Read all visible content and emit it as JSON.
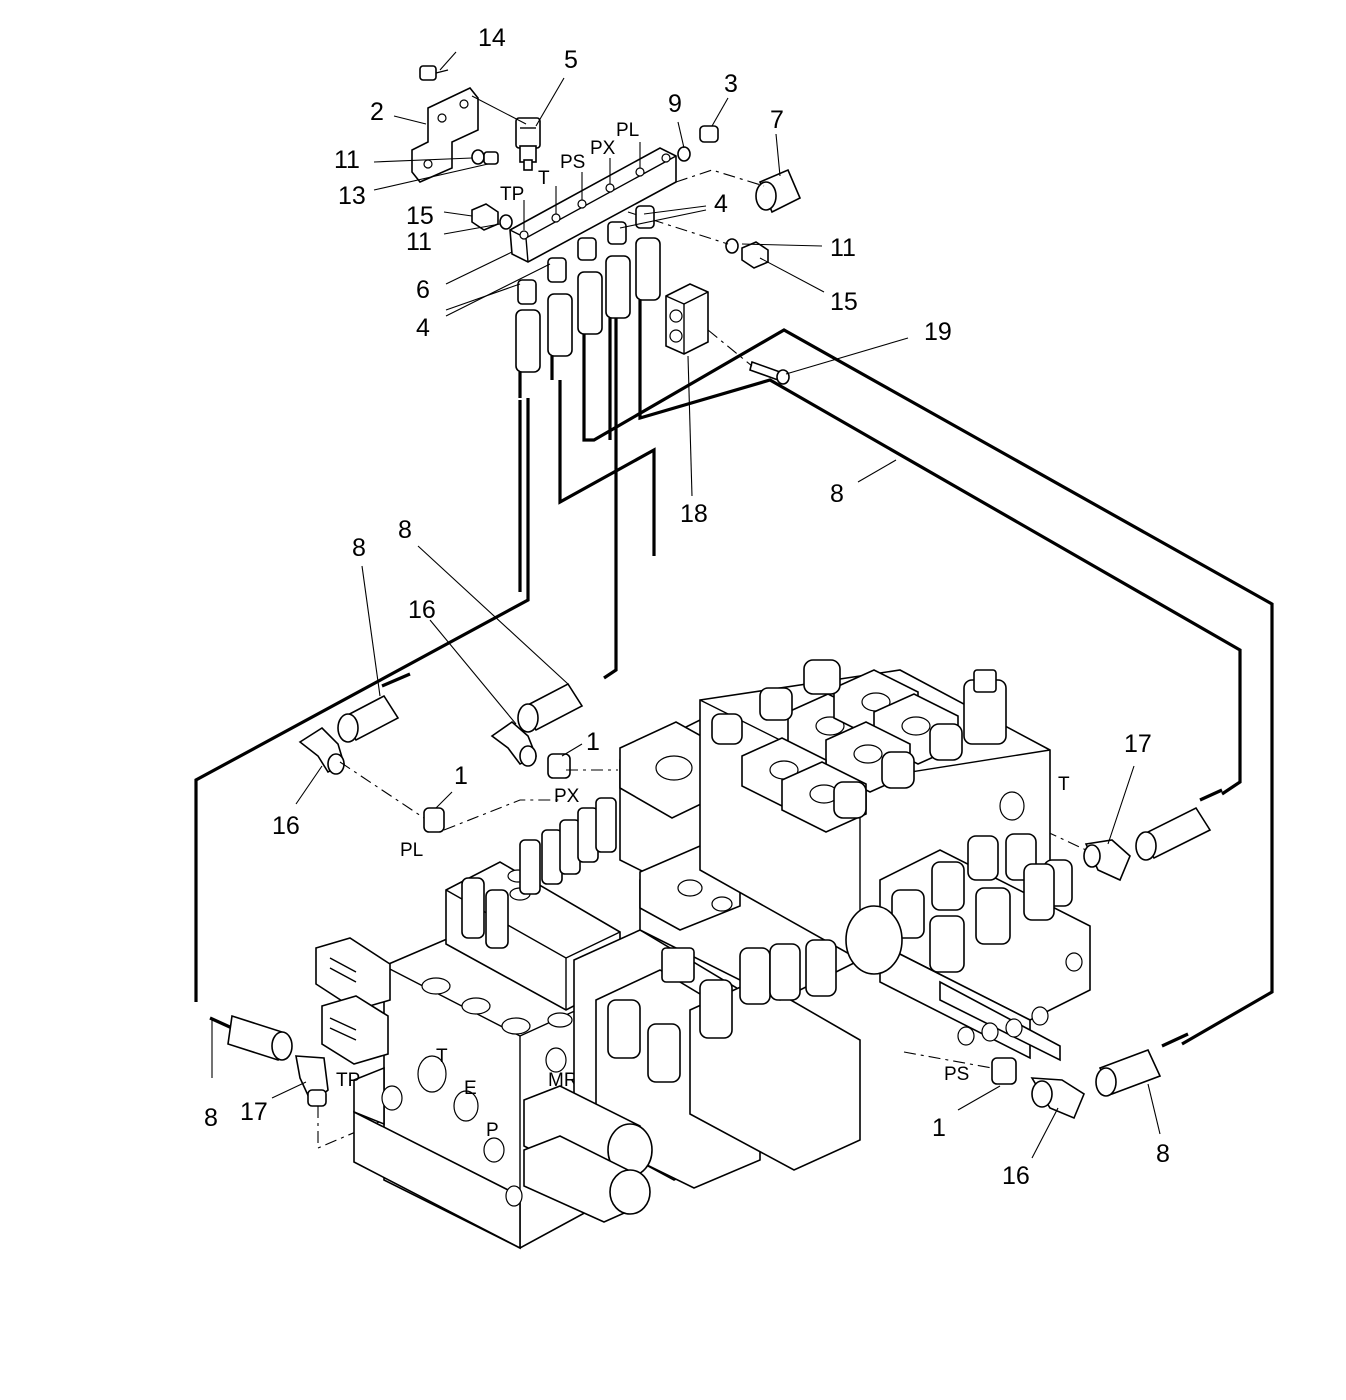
{
  "callouts": [
    {
      "id": "c14",
      "text": "14"
    },
    {
      "id": "c5",
      "text": "5"
    },
    {
      "id": "c2",
      "text": "2"
    },
    {
      "id": "c9",
      "text": "9"
    },
    {
      "id": "c3",
      "text": "3"
    },
    {
      "id": "c7",
      "text": "7"
    },
    {
      "id": "c11a",
      "text": "11"
    },
    {
      "id": "c13",
      "text": "13"
    },
    {
      "id": "c15a",
      "text": "15"
    },
    {
      "id": "c4a",
      "text": "4"
    },
    {
      "id": "c11b",
      "text": "11"
    },
    {
      "id": "c11c",
      "text": "11"
    },
    {
      "id": "c6",
      "text": "6"
    },
    {
      "id": "c15b",
      "text": "15"
    },
    {
      "id": "c4b",
      "text": "4"
    },
    {
      "id": "c19",
      "text": "19"
    },
    {
      "id": "c18",
      "text": "18"
    },
    {
      "id": "c8a",
      "text": "8"
    },
    {
      "id": "c8b",
      "text": "8"
    },
    {
      "id": "c8c",
      "text": "8"
    },
    {
      "id": "c16a",
      "text": "16"
    },
    {
      "id": "c1a",
      "text": "1"
    },
    {
      "id": "c17a",
      "text": "17"
    },
    {
      "id": "c1b",
      "text": "1"
    },
    {
      "id": "c16b",
      "text": "16"
    },
    {
      "id": "c8d",
      "text": "8"
    },
    {
      "id": "c17b",
      "text": "17"
    },
    {
      "id": "c1c",
      "text": "1"
    },
    {
      "id": "c16c",
      "text": "16"
    },
    {
      "id": "c8e",
      "text": "8"
    }
  ],
  "ports": [
    {
      "id": "pl_top",
      "text": "PL"
    },
    {
      "id": "px_top",
      "text": "PX"
    },
    {
      "id": "ps_top",
      "text": "PS"
    },
    {
      "id": "t_top",
      "text": "T"
    },
    {
      "id": "tp_top",
      "text": "TP"
    },
    {
      "id": "px_mid",
      "text": "PX"
    },
    {
      "id": "pl_mid",
      "text": "PL"
    },
    {
      "id": "t_right",
      "text": "T"
    },
    {
      "id": "tp_bottom",
      "text": "TP"
    },
    {
      "id": "ps_bottom",
      "text": "PS"
    }
  ],
  "block_markings": {
    "port_t": "T",
    "port_p": "P",
    "port_e": "E",
    "port_mr": "MR"
  }
}
